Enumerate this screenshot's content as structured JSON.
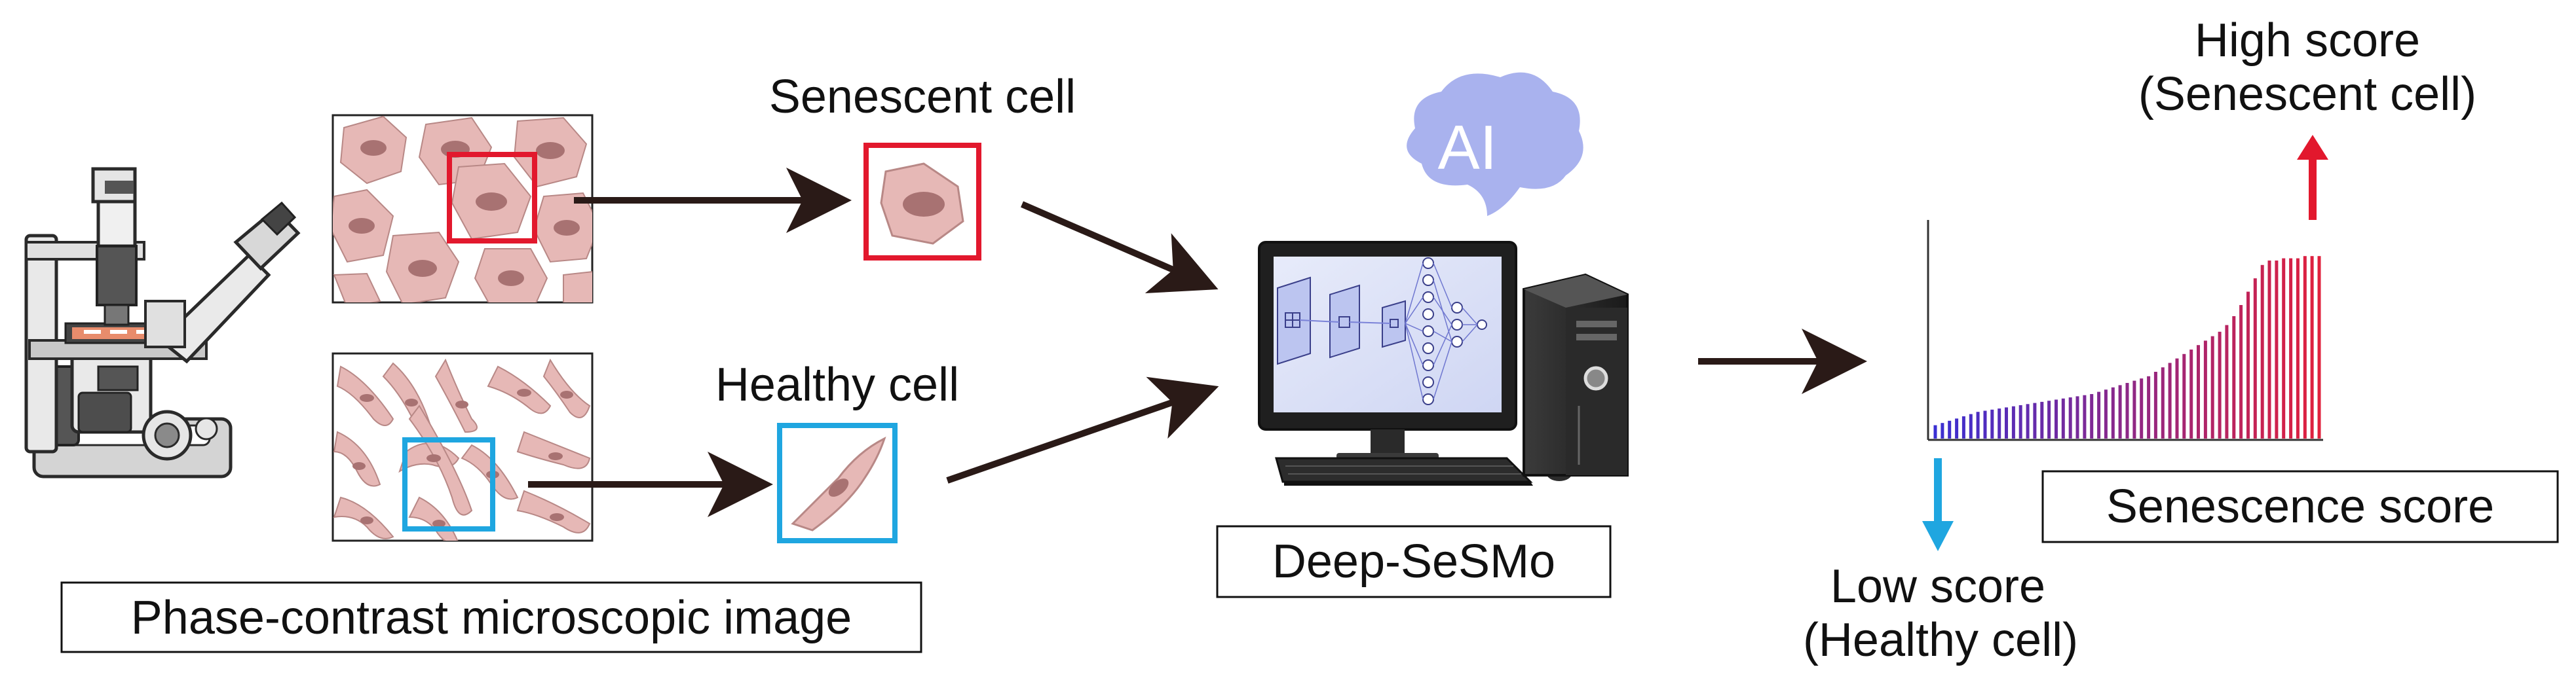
{
  "labels": {
    "senescent_cell": "Senescent cell",
    "healthy_cell": "Healthy cell",
    "ai": "AI",
    "model": "Deep-SeSMo",
    "microscope_image": "Phase-contrast microscopic image",
    "high_score_line1": "High score",
    "high_score_line2": "(Senescent cell)",
    "low_score_line1": "Low score",
    "low_score_line2": "(Healthy cell)",
    "score_box": "Senescence score"
  },
  "colors": {
    "senescent_box": "#e2182d",
    "healthy_box": "#1fa6e0",
    "cell_fill": "#e6b8b6",
    "nucleus": "#a87272",
    "brain": "#a9b2ee",
    "arrow": "#2a1a17",
    "bar_low": "#3a2fd2",
    "bar_high": "#e0203c",
    "up_arrow": "#e2182d",
    "down_arrow": "#1fa6e0"
  },
  "chart_data": {
    "type": "bar",
    "values": [
      0.06,
      0.07,
      0.08,
      0.09,
      0.1,
      0.11,
      0.12,
      0.125,
      0.13,
      0.135,
      0.14,
      0.145,
      0.15,
      0.155,
      0.16,
      0.165,
      0.17,
      0.175,
      0.18,
      0.185,
      0.19,
      0.195,
      0.2,
      0.21,
      0.22,
      0.23,
      0.24,
      0.25,
      0.26,
      0.27,
      0.28,
      0.3,
      0.32,
      0.34,
      0.36,
      0.38,
      0.4,
      0.42,
      0.44,
      0.46,
      0.48,
      0.51,
      0.55,
      0.6,
      0.66,
      0.72,
      0.78,
      0.8,
      0.8,
      0.81,
      0.81,
      0.81,
      0.82,
      0.82,
      0.82
    ],
    "ylim": [
      0,
      1
    ],
    "grid": false
  }
}
